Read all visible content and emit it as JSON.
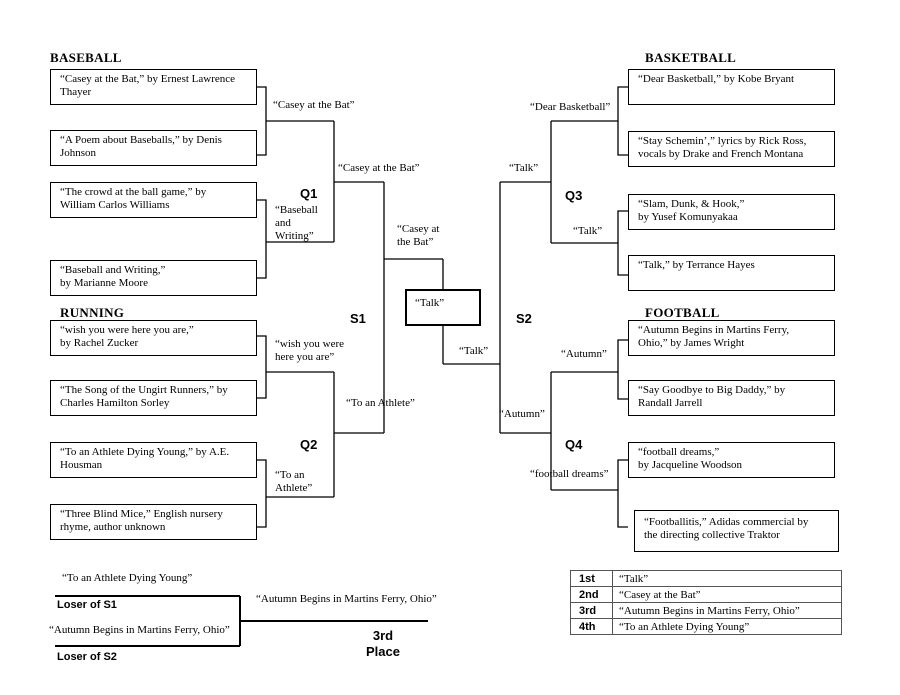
{
  "sections": {
    "baseball": "BASEBALL",
    "running": "RUNNING",
    "basketball": "BASKETBALL",
    "football": "FOOTBALL"
  },
  "entries": {
    "b1_l1": "“Casey at the Bat,” by Ernest Lawrence",
    "b1_l2": "Thayer",
    "b2_l1": "“A Poem about Baseballs,” by Denis",
    "b2_l2": "Johnson",
    "b3_l1": "“The crowd at the ball game,” by",
    "b3_l2": "William Carlos Williams",
    "b4_l1": "“Baseball and Writing,”",
    "b4_l2": "by Marianne Moore",
    "r1_l1": "“wish you were here you are,”",
    "r1_l2": "by Rachel Zucker",
    "r2_l1": "“The Song of the Ungirt Runners,” by",
    "r2_l2": "Charles Hamilton Sorley",
    "r3_l1": "“To an Athlete Dying Young,” by A.E.",
    "r3_l2": "Housman",
    "r4_l1": "“Three Blind Mice,” English nursery",
    "r4_l2": "rhyme, author unknown",
    "k1_l1": "“Dear Basketball,” by Kobe Bryant",
    "k2_l1": "“Stay Schemin’,” lyrics by Rick Ross,",
    "k2_l2": "vocals by Drake and French Montana",
    "k3_l1": "“Slam, Dunk, & Hook,”",
    "k3_l2": "by Yusef Komunyakaa",
    "k4_l1": "“Talk,” by Terrance Hayes",
    "f1_l1": "“Autumn Begins in Martins Ferry,",
    "f1_l2": "Ohio,” by James Wright",
    "f2_l1": "“Say Goodbye to Big Daddy,” by",
    "f2_l2": "Randall Jarrell",
    "f3_l1": "“football dreams,”",
    "f3_l2": "by Jacqueline Woodson",
    "f4_l1": "“Footballitis,” Adidas commercial by",
    "f4_l2": "the directing collective Traktor"
  },
  "winners": {
    "bb_top": "“Casey at the Bat”",
    "bb_bot_l1": "“Baseball",
    "bb_bot_l2": "and",
    "bb_bot_l3": "Writing”",
    "run_top_l1": "“wish you were",
    "run_top_l2": "here you are”",
    "run_bot_l1": "“To an",
    "run_bot_l2": "Athlete”",
    "q1": "“Casey at the Bat”",
    "q2": "“To an Athlete”",
    "s1_l1": "“Casey at",
    "s1_l2": "the Bat”",
    "bk_top": "“Dear Basketball”",
    "bk_bot": "“Talk”",
    "q3": "“Talk”",
    "fb_top": "“Autumn”",
    "fb_bot": "“football dreams”",
    "q4": "“Autumn”",
    "s2": "“Talk”",
    "champion": "“Talk”"
  },
  "round_labels": {
    "q1": "Q1",
    "q2": "Q2",
    "q3": "Q3",
    "q4": "Q4",
    "s1": "S1",
    "s2": "S2"
  },
  "third_place": {
    "loser_s1_entry": "“To an Athlete Dying Young”",
    "loser_s1_label": "Loser of S1",
    "loser_s2_entry": "“Autumn Begins in Martins Ferry, Ohio”",
    "loser_s2_label": "Loser of S2",
    "winner": "“Autumn Begins in Martins Ferry, Ohio”",
    "title_l1": "3rd",
    "title_l2": "Place"
  },
  "results": [
    {
      "rank": "1st",
      "value": "“Talk”"
    },
    {
      "rank": "2nd",
      "value": "“Casey at the Bat”"
    },
    {
      "rank": "3rd",
      "value": "“Autumn Begins in Martins Ferry, Ohio”"
    },
    {
      "rank": "4th",
      "value": "“To an Athlete Dying Young”"
    }
  ]
}
